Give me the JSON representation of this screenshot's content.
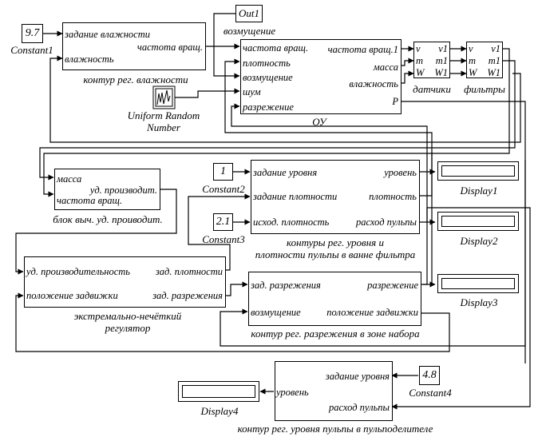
{
  "constants": {
    "c1": {
      "value": "9.7",
      "name": "Constant1"
    },
    "c2": {
      "value": "1",
      "name": "Constant2"
    },
    "c3": {
      "value": "2.1",
      "name": "Constant3"
    },
    "c4": {
      "value": "4.8",
      "name": "Constant4"
    }
  },
  "out1": {
    "name": "Out1",
    "label": "возмущение"
  },
  "random": {
    "label_line1": "Uniform Random",
    "label_line2": "Number"
  },
  "humidity_loop": {
    "inputs": [
      "задание влажности",
      "влажность"
    ],
    "output": "частота вращ.",
    "label": "контур рег. влажности"
  },
  "plant": {
    "inputs": [
      "частота вращ.",
      "плотность",
      "возмущение",
      "шум",
      "разрежение"
    ],
    "outputs": [
      "частота вращ.1",
      "масса",
      "влажность",
      "P"
    ],
    "label": "ОУ"
  },
  "sensors": {
    "inputs": [
      "v",
      "m",
      "W"
    ],
    "outputs": [
      "v1",
      "m1",
      "W1"
    ],
    "label": "датчики"
  },
  "filters": {
    "inputs": [
      "v",
      "m",
      "W"
    ],
    "outputs": [
      "v1",
      "m1",
      "W1"
    ],
    "label": "фильтры"
  },
  "productivity": {
    "inputs": [
      "масса",
      "частота вращ."
    ],
    "output": "уд. производит.",
    "label": "блок выч. уд. проиводит."
  },
  "level_density": {
    "inputs": [
      "задание уровня",
      "задание плотности",
      "исход. плотность"
    ],
    "outputs": [
      "уровень",
      "плотность",
      "расход пульпы"
    ],
    "label_line1": "контуры рег. уровня и",
    "label_line2": "плотности пульпы в ванне фильтра"
  },
  "fuzzy": {
    "inputs": [
      "уд. производительность",
      "положение задвижки"
    ],
    "outputs": [
      "зад. плотности",
      "зад. разрежения"
    ],
    "label_line1": "экстремально-нечёткий",
    "label_line2": "регулятор"
  },
  "vacuum": {
    "inputs": [
      "зад. разрежения",
      "возмущение"
    ],
    "outputs": [
      "разрежение",
      "положение задвижки"
    ],
    "label": "контур рег. разрежения в зоне набора"
  },
  "distributor": {
    "inputs": [
      "задание уровня",
      "расход пульпы"
    ],
    "output": "уровень",
    "label": "контур рег. уровня пульпы в пульподелителе"
  },
  "displays": [
    "Display1",
    "Display2",
    "Display3",
    "Display4"
  ]
}
